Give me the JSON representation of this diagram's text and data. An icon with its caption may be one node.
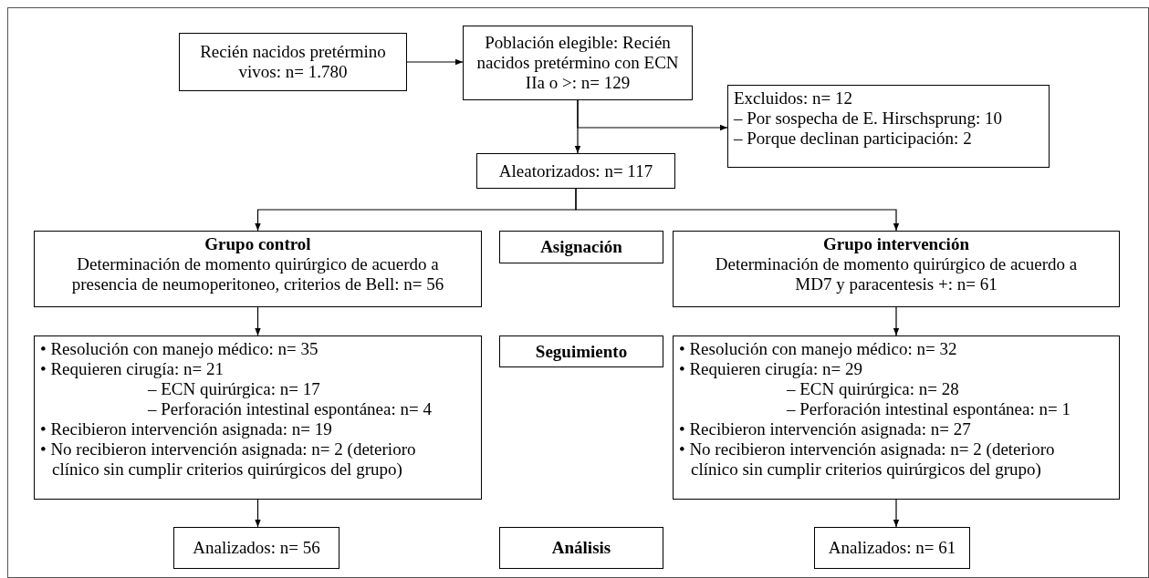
{
  "diagram": {
    "nodes": [
      {
        "text": [
          "Recién nacidos pretérmino vivos: n= 1.780"
        ]
      },
      {
        "text": [
          "Población elegible: Recién nacidos pretérmino con ECN IIa o >: n= 129"
        ]
      },
      {
        "text": [
          "Excluidos: n= 12",
          "– Por sospecha de E. Hirschsprung: 10",
          "– Porque declinan participación: 2"
        ]
      },
      {
        "text": [
          "Aleatorizados: n= 117"
        ]
      },
      {
        "text": [
          "Grupo control",
          "Determinación de momento quirúrgico de acuerdo a presencia de neumoperitoneo, criterios de Bell: n= 56"
        ]
      },
      {
        "text": [
          "Asignación"
        ]
      },
      {
        "text": [
          "Grupo intervención",
          "Determinación de momento quirúrgico de acuerdo a MD7 y paracentesis +: n= 61"
        ]
      },
      {
        "text": [
          "• Resolución con manejo médico: n= 35",
          "• Requieren cirugía: n= 21",
          "– ECN quirúrgica: n= 17",
          "– Perforación intestinal espontánea: n= 4",
          "• Recibieron intervención asignada: n= 19",
          "• No recibieron intervención asignada: n= 2 (deterioro clínico sin cumplir criterios quirúrgicos del grupo)"
        ]
      },
      {
        "text": [
          "Seguimiento"
        ]
      },
      {
        "text": [
          "• Resolución con manejo médico: n= 32",
          "• Requieren cirugía: n= 29",
          "– ECN quirúrgica: n= 28",
          "– Perforación intestinal espontánea: n= 1",
          "• Recibieron intervención asignada: n= 27",
          "• No recibieron intervención asignada: n= 2 (deterioro clínico sin cumplir criterios quirúrgicos del grupo)"
        ]
      },
      {
        "text": [
          "Analizados: n= 56"
        ]
      },
      {
        "text": [
          "Análisis"
        ]
      },
      {
        "text": [
          "Analizados: n= 61"
        ]
      }
    ],
    "edges": [
      {
        "from": 0,
        "to": 1,
        "arrow": "to"
      },
      {
        "from": 1,
        "to": 3,
        "arrow": "to"
      },
      {
        "from": 1,
        "to": 2,
        "arrow": "to"
      },
      {
        "from": 3,
        "to": 4,
        "arrow": "to"
      },
      {
        "from": 3,
        "to": 6,
        "arrow": "to"
      },
      {
        "from": 4,
        "to": 7,
        "arrow": "to"
      },
      {
        "from": 6,
        "to": 9,
        "arrow": "to"
      },
      {
        "from": 7,
        "to": 10,
        "arrow": "to"
      },
      {
        "from": 9,
        "to": 12,
        "arrow": "to"
      }
    ]
  }
}
